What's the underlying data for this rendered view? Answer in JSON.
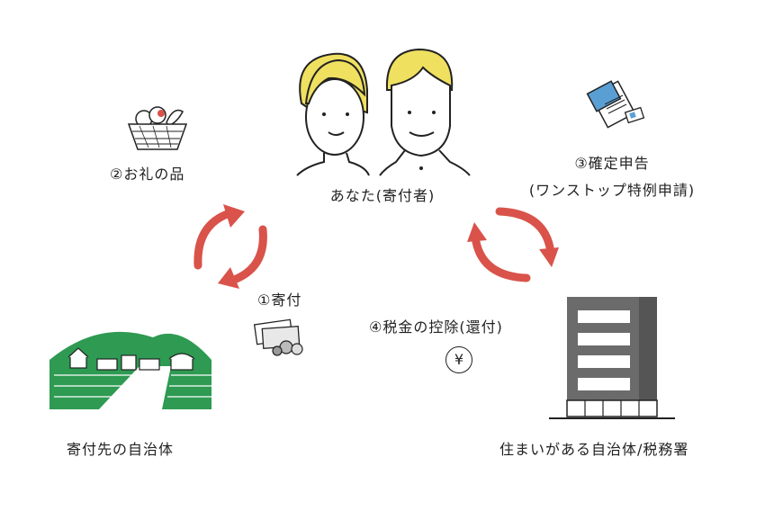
{
  "labels": {
    "you": "あなた(寄付者)",
    "gift": "②お礼の品",
    "filing_line1": "③確定申告",
    "filing_line2": "(ワンストップ特例申請)",
    "donation": "①寄付",
    "deduction": "④税金の控除(還付)",
    "recipient_municipality": "寄付先の自治体",
    "home_municipality": "住まいがある自治体/税務署",
    "yen_symbol": "¥"
  },
  "colors": {
    "arrow": "#d9534a",
    "hair": "#f0e060",
    "field_green": "#2e9a52",
    "building_grey": "#6b6b6b",
    "outline": "#222222"
  }
}
